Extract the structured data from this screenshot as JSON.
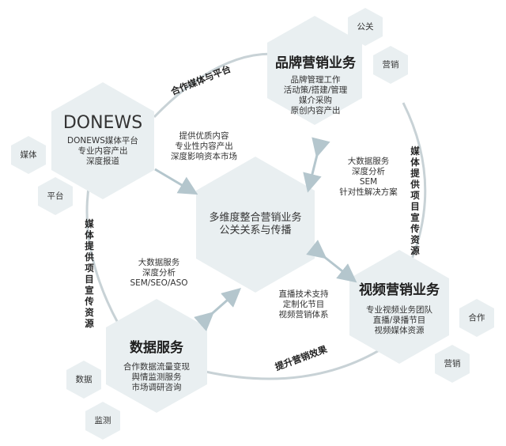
{
  "center": {
    "line1": "多维度整合营销业务",
    "line2": "公关关系与传播"
  },
  "brand": {
    "title": "品牌营销业务",
    "items": [
      "品牌管理工作",
      "活动策/搭建/管理",
      "媒介采购",
      "原创内容产出"
    ],
    "satellites": [
      "公关",
      "营销"
    ]
  },
  "donews": {
    "title": "DONEWS",
    "items": [
      "DONEWS媒体平台",
      "专业内容产出",
      "深度报道"
    ],
    "satellites": [
      "媒体",
      "平台"
    ]
  },
  "video": {
    "title": "视频营销业务",
    "items": [
      "专业视频业务团队",
      "直播/录播节目",
      "视频媒体资源"
    ],
    "satellites": [
      "合作",
      "营销"
    ]
  },
  "data_service": {
    "title": "数据服务",
    "items": [
      "合作数据流量变现",
      "舆情监测服务",
      "市场调研咨询"
    ],
    "satellites": [
      "数据",
      "监测"
    ]
  },
  "edges": {
    "top": "合作媒体与平台",
    "right": "媒体提供项目宣传资源",
    "left": "媒体提供项目宣传资源",
    "bottom": "提升营销效果"
  },
  "flows": {
    "donews_to_center": [
      "提供优质内容",
      "专业性内容产出",
      "深度影响资本市场"
    ],
    "brand_to_center": [
      "大数据服务",
      "深度分析",
      "SEM",
      "针对性解决方案"
    ],
    "data_to_center": [
      "大数据服务",
      "深度分析",
      "SEM/SEO/ASO"
    ],
    "video_to_center": [
      "直播技术支持",
      "定制化节目",
      "视频营销体系"
    ]
  },
  "colors": {
    "hex_fill": "#e9eff1",
    "arrow": "#b4c6cd",
    "ring": "#c8d2d6",
    "text": "#333333"
  }
}
